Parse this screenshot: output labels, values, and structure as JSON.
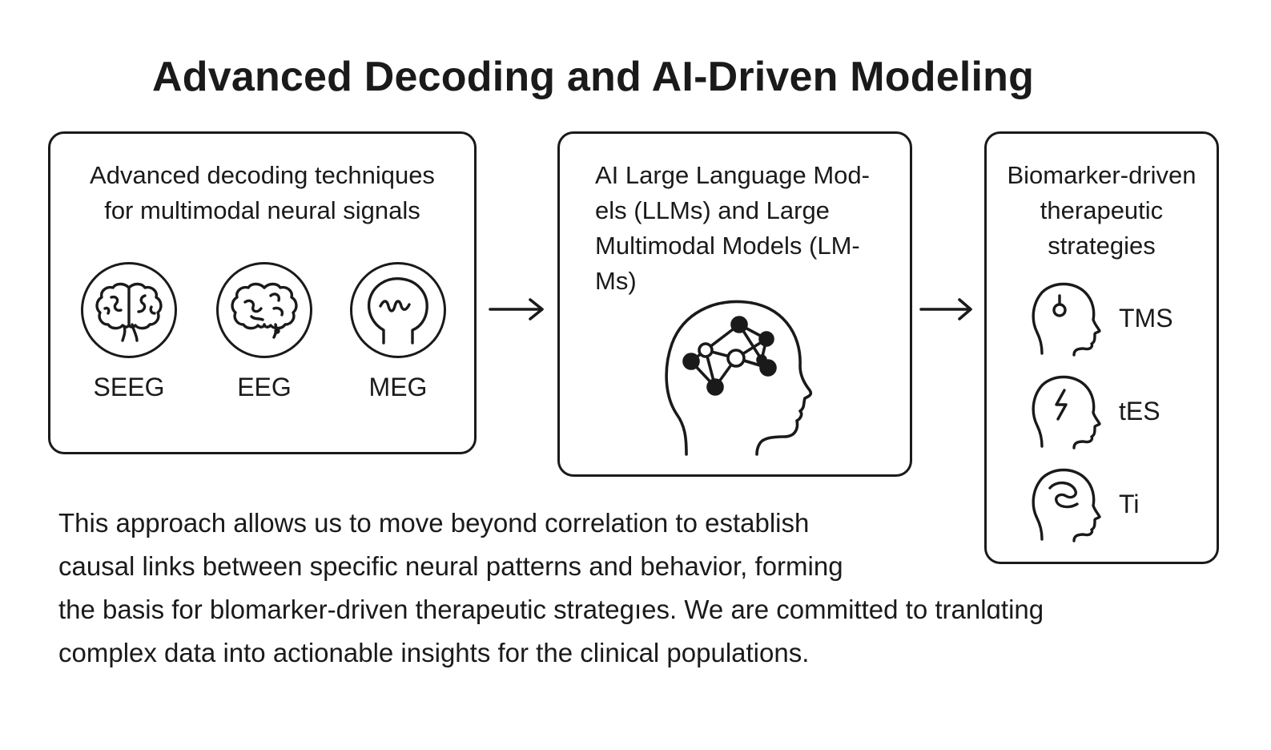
{
  "title": "Advanced Decoding and AI-Driven Modeling",
  "box1": {
    "title_lines": [
      "Advanced decoding techniques",
      "for multimodal neural signals"
    ],
    "modalities": [
      {
        "label": "SEEG",
        "icon": "brain-icon"
      },
      {
        "label": "EEG",
        "icon": "brain-icon"
      },
      {
        "label": "MEG",
        "icon": "head-wave-icon"
      }
    ]
  },
  "box2": {
    "title_lines": [
      "AI Large Language Mod-",
      "els (LLMs) and Large",
      "Multimodal Models (LM-",
      "Ms)"
    ],
    "icon": "head-network-icon"
  },
  "box3": {
    "title_lines": [
      "Biomarker-driven",
      "therapeutic",
      "strategies"
    ],
    "therapies": [
      {
        "label": "TMS",
        "icon": "head-coil-icon"
      },
      {
        "label": "tES",
        "icon": "head-lightning-icon"
      },
      {
        "label": "Ti",
        "icon": "head-spiral-icon"
      }
    ]
  },
  "paragraph_lines": [
    "This approach allows us to move beyond correlation to establish",
    "causal links between specific neural patterns and behavior, forming",
    "the basis for blomarker-driven therapeutic strategıes. We are committed to tranlɑting",
    "complex data into actionable insights for the clinical populations."
  ],
  "colors": {
    "ink": "#1a1a1a",
    "background": "#ffffff"
  }
}
